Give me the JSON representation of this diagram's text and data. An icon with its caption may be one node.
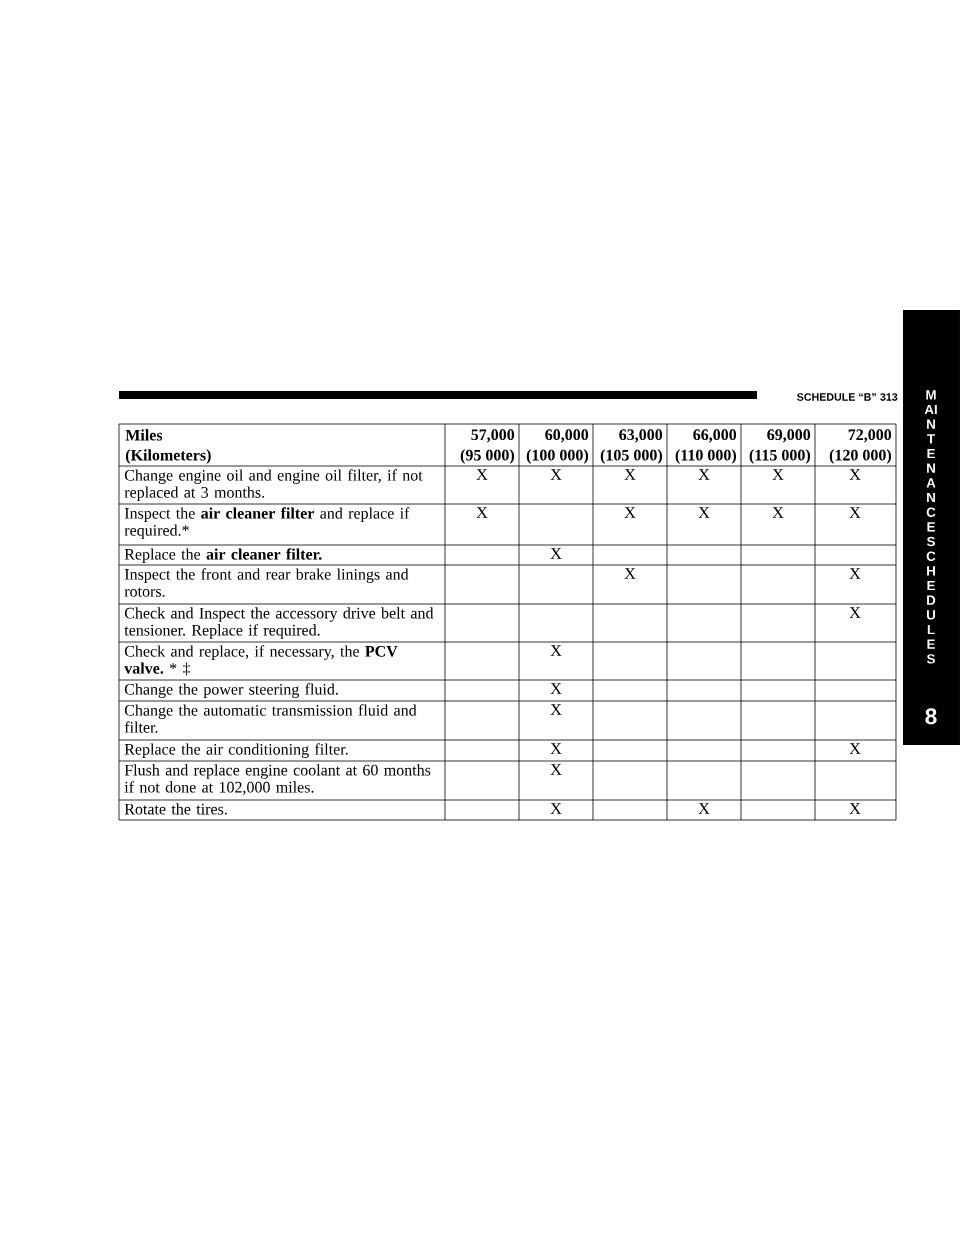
{
  "diagram": {
    "labels": [
      "SCHEDULE “B”",
      "313",
      "MAINTENANCE SCHEDULES",
      "8",
      "Miles",
      "(Kilometers)",
      "57,000",
      "(95 000)",
      "60,000",
      "(100 000)",
      "63,000",
      "(105 000)",
      "66,000",
      "(110 000)",
      "69,000",
      "(115 000)",
      "72,000",
      "(120 000)",
      "Change engine oil and engine oil filter, if not replaced at 3 months.",
      "X",
      "X",
      "X",
      "X",
      "X",
      "X",
      "Inspect the **air cleaner filter** and replace if required.*",
      "X",
      "X",
      "X",
      "X",
      "X",
      "Replace the **air cleaner filter.**",
      "X",
      "Inspect the front and rear brake linings and rotors.",
      "X",
      "X",
      "Check and Inspect the accessory drive belt and tensioner. Replace if required.",
      "X",
      "Check and replace, if necessary, the **PCV valve.** * ‡",
      "X",
      "Change the power steering fluid.",
      "X",
      "Change the automatic transmission fluid and filter.",
      "X",
      "Replace the air conditioning filter.",
      "X",
      "X",
      "Flush and replace engine coolant at 60 months if not done at 102,000 miles.",
      "X",
      "Rotate the tires.",
      "X",
      "X",
      "X"
    ]
  }
}
